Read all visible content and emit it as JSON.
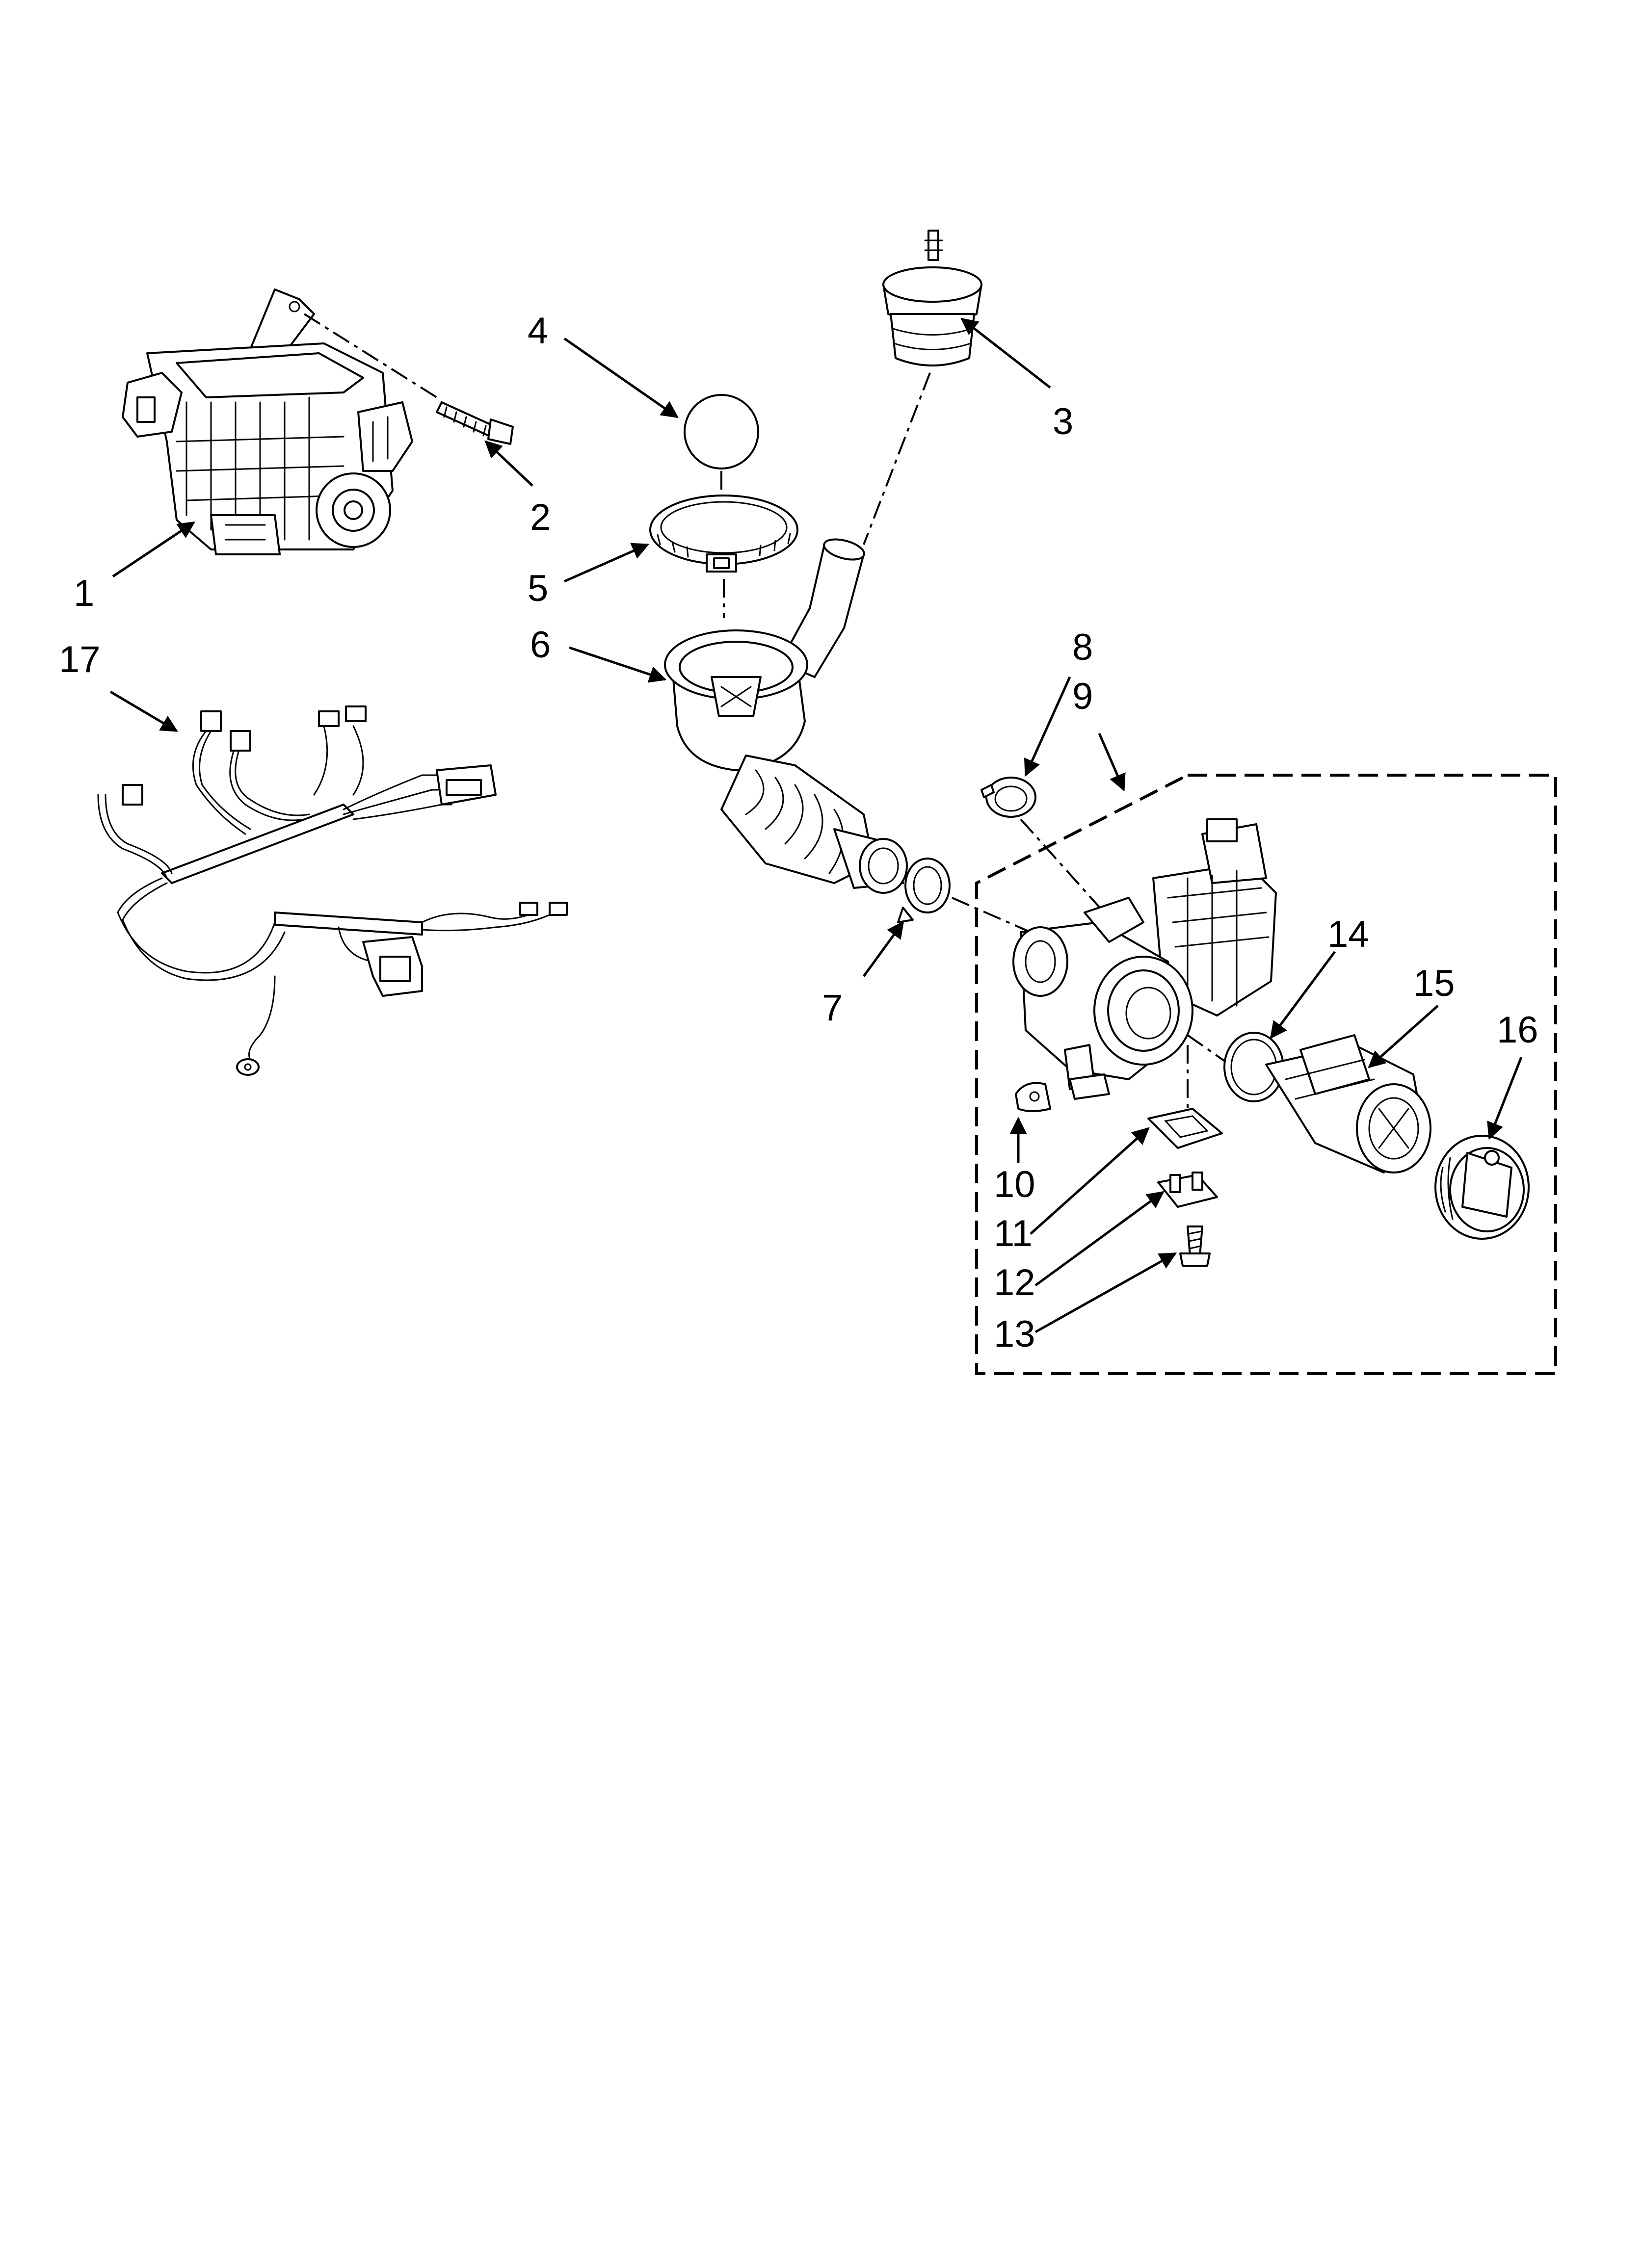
{
  "callouts": {
    "c1": "1",
    "c2": "2",
    "c3": "3",
    "c4": "4",
    "c5": "5",
    "c6": "6",
    "c7": "7",
    "c8": "8",
    "c9": "9",
    "c10": "10",
    "c11": "11",
    "c12": "12",
    "c13": "13",
    "c14": "14",
    "c15": "15",
    "c16": "16",
    "c17": "17"
  },
  "parts_icons": {
    "motor": "motor-icon",
    "screw": "screw-icon",
    "air_dome": "air-dome-icon",
    "ball": "ball-icon",
    "clamp": "clamp-icon",
    "sump_hose": "sump-hose-icon",
    "ring_clamp": "ring-clamp-icon",
    "pump": "drain-pump-icon",
    "gasket": "gasket-icon",
    "filter": "filter-icon",
    "cap": "filter-cap-icon",
    "harness": "wire-harness-icon"
  }
}
